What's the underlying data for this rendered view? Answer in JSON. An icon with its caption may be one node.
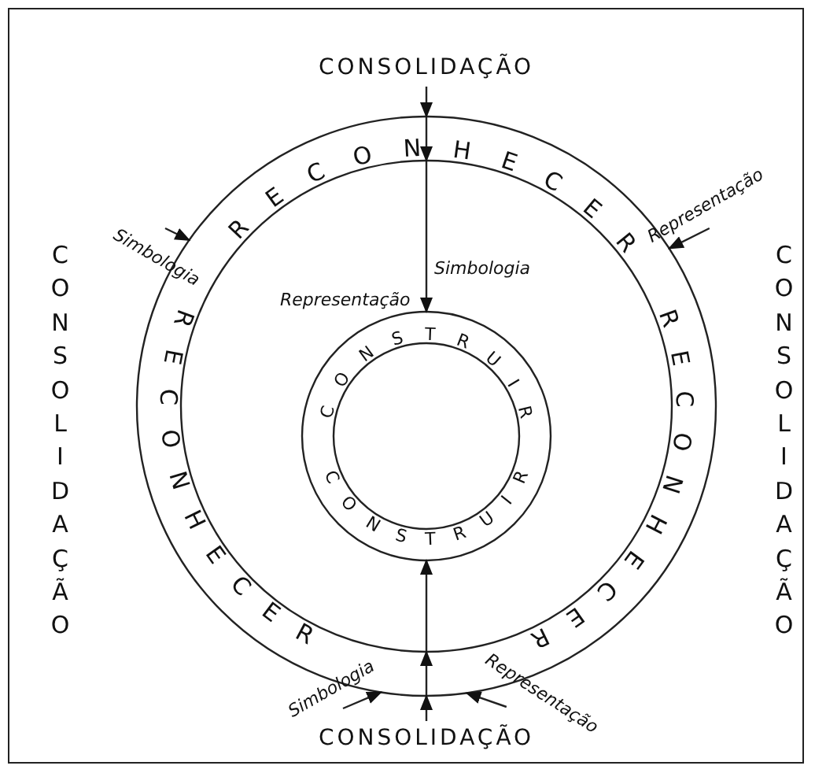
{
  "diagram": {
    "nodes": [
      {
        "text": [
          "RECONHECER",
          "RECONHECER",
          "RECONHECER"
        ]
      },
      {
        "text": [
          "CONSTRUIR",
          "CONSTRUIR"
        ],
        "in": 0
      },
      {
        "text": [
          "CONSOLIDAÇÃO"
        ]
      },
      {
        "text": [
          "CONSOLIDAÇÃO"
        ]
      },
      {
        "text": [
          "CONSOLIDAÇÃO"
        ]
      },
      {
        "text": [
          "CONSOLIDAÇÃO"
        ]
      },
      {
        "text": [
          "Simbologia"
        ]
      },
      {
        "text": [
          "Representação"
        ]
      },
      {
        "text": [
          "Simbologia"
        ]
      },
      {
        "text": [
          "Representação"
        ]
      }
    ],
    "edges": [
      {
        "from": 2,
        "to": 1,
        "arrow": "to"
      },
      {
        "from": 5,
        "to": 1,
        "arrow": "to"
      },
      {
        "from": 6,
        "to": 0,
        "arrow": "to"
      },
      {
        "from": 7,
        "to": 0,
        "arrow": "to"
      },
      {
        "from": 8,
        "to": 0,
        "arrow": "to"
      },
      {
        "from": 9,
        "to": 0,
        "arrow": "to"
      }
    ],
    "labels": [
      "Simbologia",
      "Representação"
    ]
  }
}
